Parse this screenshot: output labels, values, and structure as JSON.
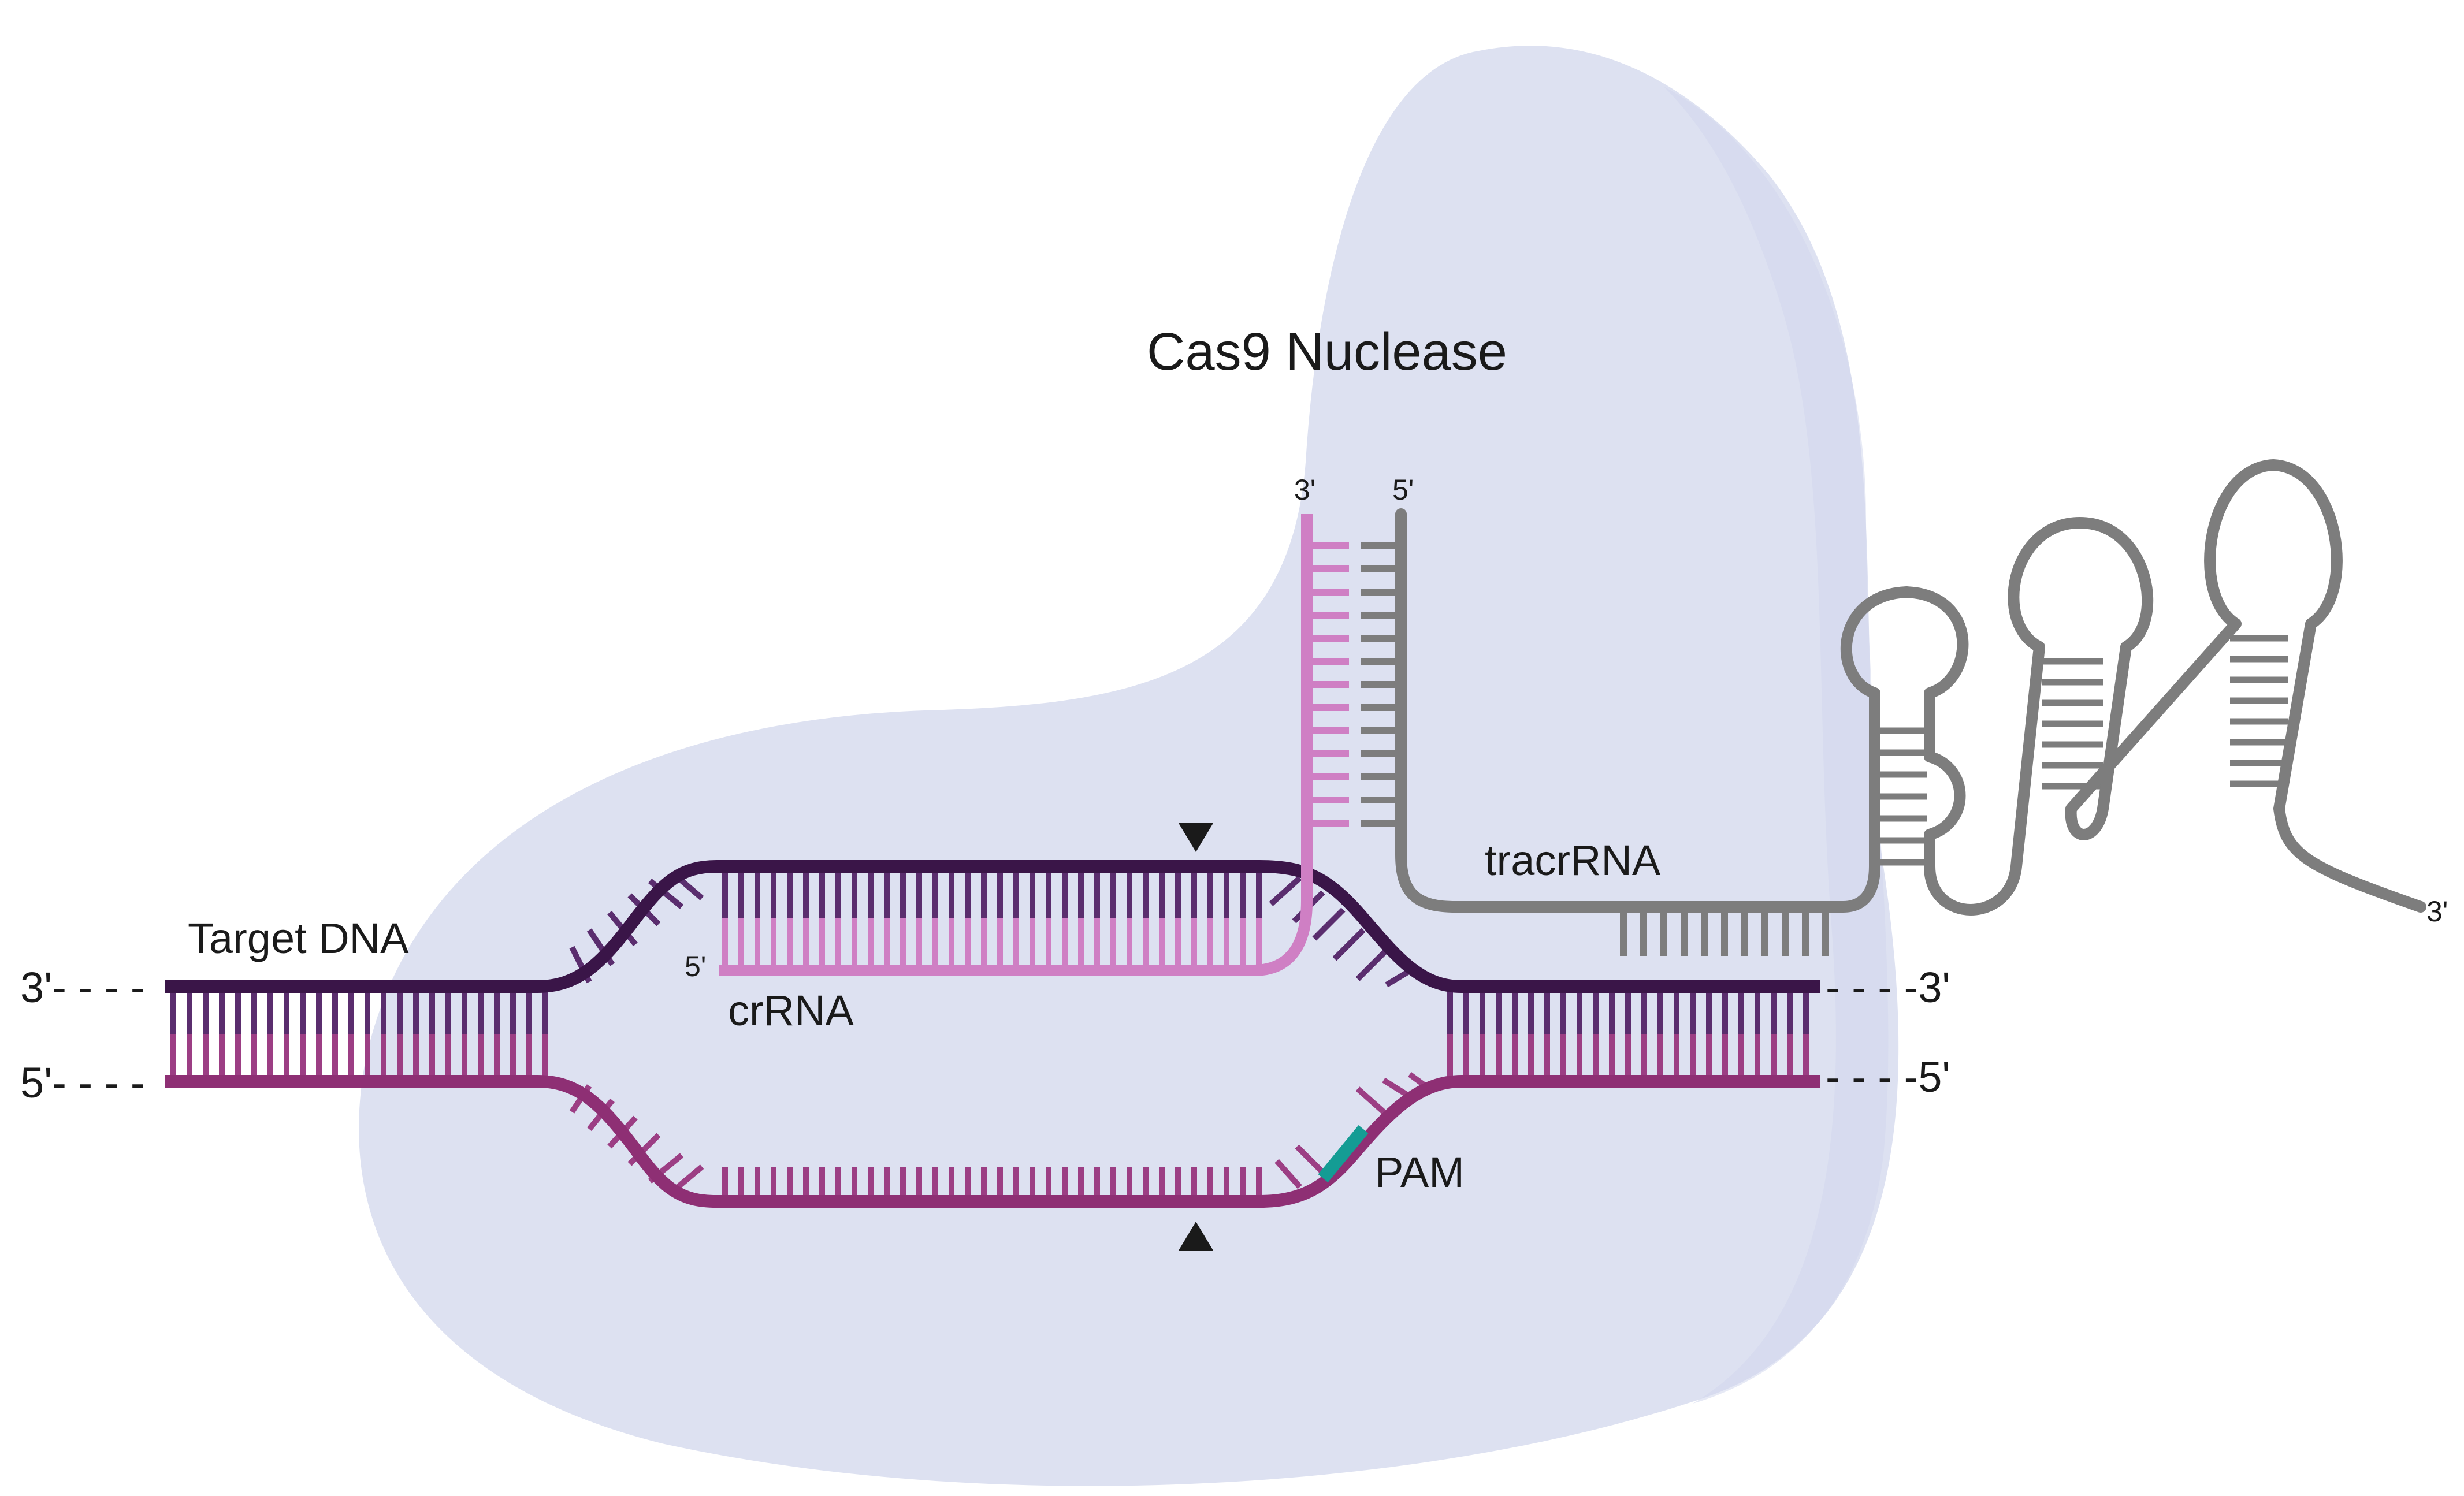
{
  "labels": {
    "title": "Cas9 Nuclease",
    "target_dna": "Target DNA",
    "crrna": "crRNA",
    "tracrrna": "tracrRNA",
    "pam": "PAM",
    "left_top_end": "3'- - - -",
    "left_bottom_end": "5'- - - -",
    "right_top_end": "- - - -3'",
    "right_bottom_end": "- - - -5'",
    "crrna_5prime": "5'",
    "crrna_3prime": "3'",
    "tracrrna_5prime": "5'",
    "tracrrna_3prime": "3'"
  },
  "colors": {
    "cas9_body": "#dde1f1",
    "cas9_shade": "#d2d7ec",
    "dna_top_strand": "#3a1548",
    "dna_bottom_strand": "#8e2f74",
    "top_rung": "#5a2d6e",
    "bottom_rung": "#9c3e84",
    "crrna": "#cf7fc4",
    "tracrrna": "#7d7d7d",
    "pam": "#149c94",
    "cut_site": "#1a1a1a"
  }
}
